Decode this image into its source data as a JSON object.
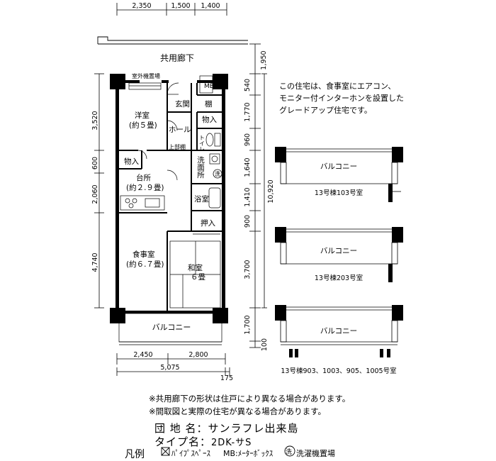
{
  "top_dims": [
    "2,350",
    "1,500",
    "1,400"
  ],
  "corridor_label": "共用廊下",
  "right_dims": [
    "1,950",
    "540",
    "1,770",
    "960",
    "1,640",
    "1,410",
    "900",
    "3,700",
    "1,700",
    "100"
  ],
  "total_height_dim": "10,920",
  "left_dims": [
    "3,520",
    "600",
    "2,060",
    "4,740"
  ],
  "bottom_dims": [
    "2,450",
    "2,800",
    "5,075",
    "175"
  ],
  "rooms": {
    "outdoor_unit": "室外機置場",
    "mb": "MB",
    "entrance": "玄関",
    "shelf": "棚",
    "storage": "物入",
    "hall": "ホール",
    "western_name": "洋室",
    "western_size": "(約５畳)",
    "upper_shelf": "上部棚",
    "toilet": "トイレ",
    "washroom": "洗面所",
    "washer_mark": "洗",
    "kitchen_name": "台所",
    "kitchen_size": "(約２.９畳)",
    "bath": "浴室",
    "closet": "押入",
    "dining_name": "食事室",
    "dining_size": "(約６.７畳)",
    "japanese_name": "和室",
    "japanese_size": "６畳",
    "balcony": "バルコニー"
  },
  "description": [
    "この住宅は、食事室にエアコン、",
    "モニター付インターホンを設置した",
    "グレードアップ住宅です。"
  ],
  "variants": [
    {
      "balcony": "バルコニー",
      "caption": "13号棟103号室"
    },
    {
      "balcony": "バルコニー",
      "caption": "13号棟203号室"
    },
    {
      "balcony": "バルコニー",
      "caption": "13号棟903、1003、905、1005号室"
    }
  ],
  "notes": [
    "※共用廊下の形状は住戸により異なる場合があります。",
    "※間取図と実際の住宅が異なる場合があります。"
  ],
  "info": {
    "estate_label": "団 地 名：",
    "estate_value": "サンラフレ出来島",
    "type_label": "タイプ名：",
    "type_value": "2DK-サS"
  },
  "legend": {
    "title": "凡例",
    "pipe": "ﾊﾟｲﾌﾟｽﾍﾟｰｽ",
    "mb": "MB:ﾒｰﾀｰﾎﾞｯｸｽ",
    "washer": "洗濯機置場",
    "washer_mark": "洗"
  }
}
